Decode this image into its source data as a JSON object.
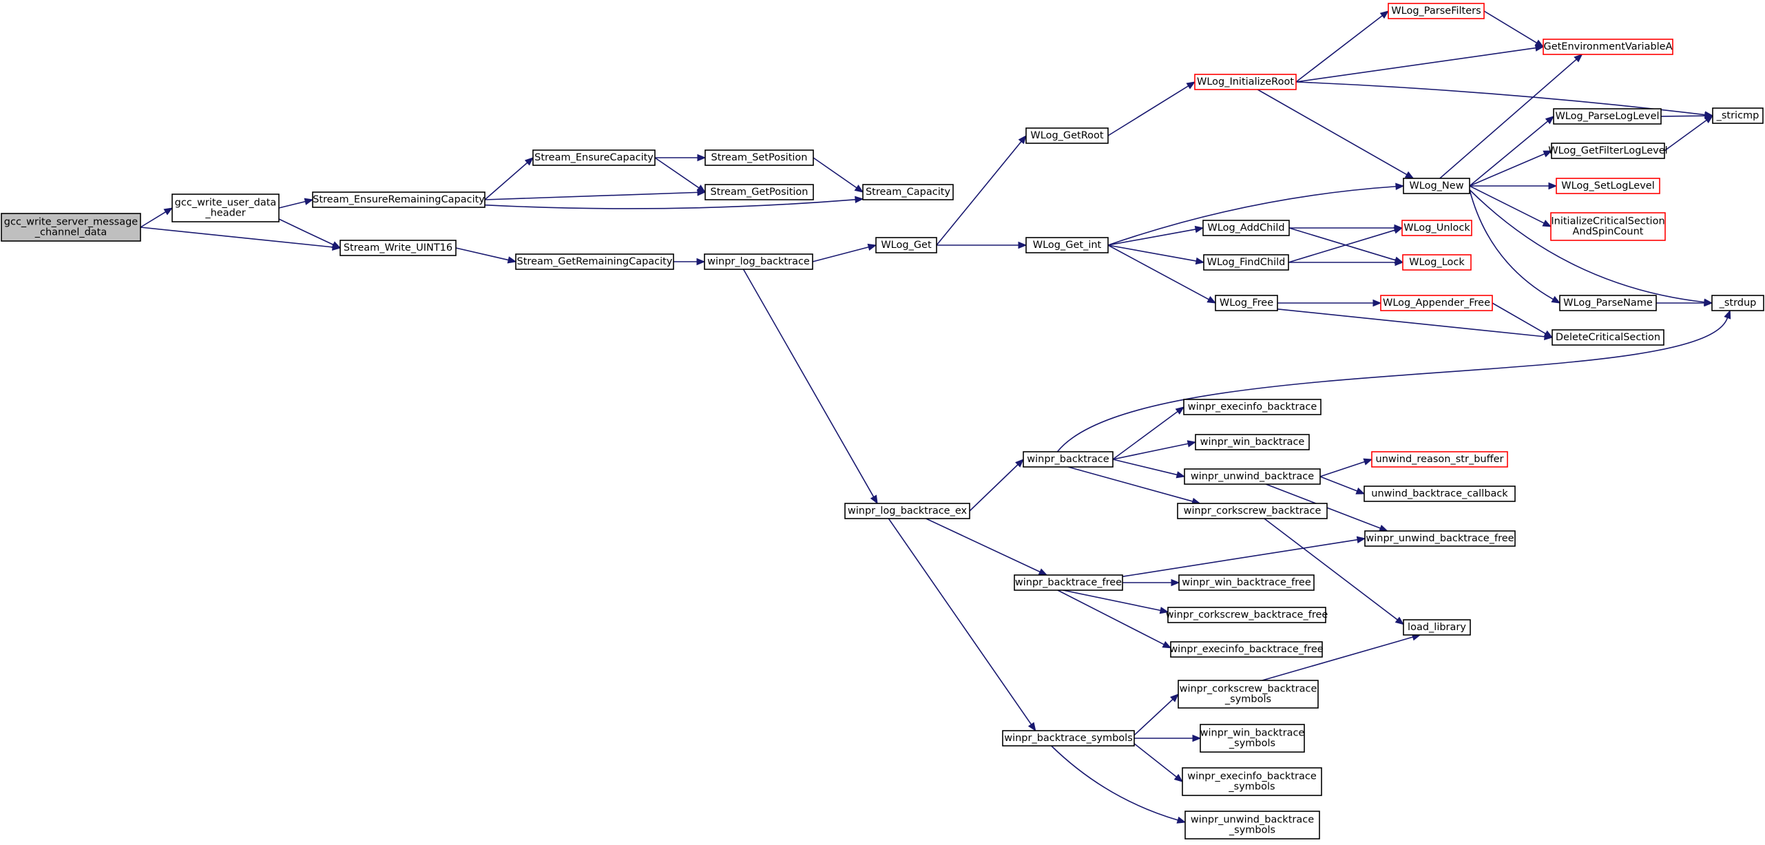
{
  "colors": {
    "edge": "#191970",
    "border_normal": "#000000",
    "border_truncated": "#ff0000",
    "root_fill": "#bfbfbf",
    "node_fill": "#ffffff",
    "text": "#000000"
  },
  "nodes": [
    {
      "id": "root",
      "lines": [
        "gcc_write_server_message",
        "_channel_data"
      ],
      "style": "root"
    },
    {
      "id": "gcc_hdr",
      "lines": [
        "gcc_write_user_data",
        "_header"
      ],
      "style": "normal"
    },
    {
      "id": "erc",
      "lines": [
        "Stream_EnsureRemainingCapacity"
      ],
      "style": "normal"
    },
    {
      "id": "ec",
      "lines": [
        "Stream_EnsureCapacity"
      ],
      "style": "normal"
    },
    {
      "id": "setpos",
      "lines": [
        "Stream_SetPosition"
      ],
      "style": "normal"
    },
    {
      "id": "getpos",
      "lines": [
        "Stream_GetPosition"
      ],
      "style": "normal"
    },
    {
      "id": "cap",
      "lines": [
        "Stream_Capacity"
      ],
      "style": "normal"
    },
    {
      "id": "wu16",
      "lines": [
        "Stream_Write_UINT16"
      ],
      "style": "normal"
    },
    {
      "id": "grc",
      "lines": [
        "Stream_GetRemainingCapacity"
      ],
      "style": "normal"
    },
    {
      "id": "wlbt",
      "lines": [
        "winpr_log_backtrace"
      ],
      "style": "normal"
    },
    {
      "id": "wlget",
      "lines": [
        "WLog_Get"
      ],
      "style": "normal"
    },
    {
      "id": "getroot",
      "lines": [
        "WLog_GetRoot"
      ],
      "style": "normal"
    },
    {
      "id": "initroot",
      "lines": [
        "WLog_InitializeRoot"
      ],
      "style": "truncated"
    },
    {
      "id": "parsefilters",
      "lines": [
        "WLog_ParseFilters"
      ],
      "style": "truncated"
    },
    {
      "id": "getenv",
      "lines": [
        "GetEnvironmentVariableA"
      ],
      "style": "truncated"
    },
    {
      "id": "stricmp",
      "lines": [
        "_stricmp"
      ],
      "style": "normal"
    },
    {
      "id": "getint",
      "lines": [
        "WLog_Get_int"
      ],
      "style": "normal"
    },
    {
      "id": "new",
      "lines": [
        "WLog_New"
      ],
      "style": "normal"
    },
    {
      "id": "parseloglevel",
      "lines": [
        "WLog_ParseLogLevel"
      ],
      "style": "normal"
    },
    {
      "id": "getfilterloglevel",
      "lines": [
        "WLog_GetFilterLogLevel"
      ],
      "style": "normal"
    },
    {
      "id": "setloglevel",
      "lines": [
        "WLog_SetLogLevel"
      ],
      "style": "truncated"
    },
    {
      "id": "initcs",
      "lines": [
        "InitializeCriticalSection",
        "AndSpinCount"
      ],
      "style": "truncated"
    },
    {
      "id": "addchild",
      "lines": [
        "WLog_AddChild"
      ],
      "style": "normal"
    },
    {
      "id": "unlock",
      "lines": [
        "WLog_Unlock"
      ],
      "style": "truncated"
    },
    {
      "id": "findchild",
      "lines": [
        "WLog_FindChild"
      ],
      "style": "normal"
    },
    {
      "id": "lock",
      "lines": [
        "WLog_Lock"
      ],
      "style": "truncated"
    },
    {
      "id": "free",
      "lines": [
        "WLog_Free"
      ],
      "style": "normal"
    },
    {
      "id": "appfree",
      "lines": [
        "WLog_Appender_Free"
      ],
      "style": "truncated"
    },
    {
      "id": "parsename",
      "lines": [
        "WLog_ParseName"
      ],
      "style": "normal"
    },
    {
      "id": "strdup",
      "lines": [
        "_strdup"
      ],
      "style": "normal"
    },
    {
      "id": "delcs",
      "lines": [
        "DeleteCriticalSection"
      ],
      "style": "normal"
    },
    {
      "id": "wlbtex",
      "lines": [
        "winpr_log_backtrace_ex"
      ],
      "style": "normal"
    },
    {
      "id": "bt",
      "lines": [
        "winpr_backtrace"
      ],
      "style": "normal"
    },
    {
      "id": "execbt",
      "lines": [
        "winpr_execinfo_backtrace"
      ],
      "style": "normal"
    },
    {
      "id": "winbt",
      "lines": [
        "winpr_win_backtrace"
      ],
      "style": "normal"
    },
    {
      "id": "unwbt",
      "lines": [
        "winpr_unwind_backtrace"
      ],
      "style": "normal"
    },
    {
      "id": "unwreason",
      "lines": [
        "unwind_reason_str_buffer"
      ],
      "style": "truncated"
    },
    {
      "id": "unwcb",
      "lines": [
        "unwind_backtrace_callback"
      ],
      "style": "normal"
    },
    {
      "id": "corkbt",
      "lines": [
        "winpr_corkscrew_backtrace"
      ],
      "style": "normal"
    },
    {
      "id": "unwfree",
      "lines": [
        "winpr_unwind_backtrace_free"
      ],
      "style": "normal"
    },
    {
      "id": "btfree",
      "lines": [
        "winpr_backtrace_free"
      ],
      "style": "normal"
    },
    {
      "id": "winfree",
      "lines": [
        "winpr_win_backtrace_free"
      ],
      "style": "normal"
    },
    {
      "id": "corkfree",
      "lines": [
        "winpr_corkscrew_backtrace_free"
      ],
      "style": "normal"
    },
    {
      "id": "execfree",
      "lines": [
        "winpr_execinfo_backtrace_free"
      ],
      "style": "normal"
    },
    {
      "id": "loadlib",
      "lines": [
        "load_library"
      ],
      "style": "normal"
    },
    {
      "id": "corksym",
      "lines": [
        "winpr_corkscrew_backtrace",
        "_symbols"
      ],
      "style": "normal"
    },
    {
      "id": "btsym",
      "lines": [
        "winpr_backtrace_symbols"
      ],
      "style": "normal"
    },
    {
      "id": "winsym",
      "lines": [
        "winpr_win_backtrace",
        "_symbols"
      ],
      "style": "normal"
    },
    {
      "id": "execsym",
      "lines": [
        "winpr_execinfo_backtrace",
        "_symbols"
      ],
      "style": "normal"
    },
    {
      "id": "unwsym",
      "lines": [
        "winpr_unwind_backtrace",
        "_symbols"
      ],
      "style": "normal"
    }
  ],
  "edges": [
    {
      "from": "root",
      "to": "gcc_hdr"
    },
    {
      "from": "root",
      "to": "wu16"
    },
    {
      "from": "gcc_hdr",
      "to": "erc"
    },
    {
      "from": "gcc_hdr",
      "to": "wu16"
    },
    {
      "from": "erc",
      "to": "ec"
    },
    {
      "from": "erc",
      "to": "getpos"
    },
    {
      "from": "erc",
      "to": "cap"
    },
    {
      "from": "ec",
      "to": "setpos"
    },
    {
      "from": "ec",
      "to": "getpos"
    },
    {
      "from": "setpos",
      "to": "cap"
    },
    {
      "from": "wu16",
      "to": "grc"
    },
    {
      "from": "grc",
      "to": "wlbt"
    },
    {
      "from": "wlbt",
      "to": "wlget"
    },
    {
      "from": "wlbt",
      "to": "wlbtex"
    },
    {
      "from": "wlget",
      "to": "getroot"
    },
    {
      "from": "wlget",
      "to": "getint"
    },
    {
      "from": "getroot",
      "to": "initroot"
    },
    {
      "from": "initroot",
      "to": "parsefilters"
    },
    {
      "from": "initroot",
      "to": "getenv"
    },
    {
      "from": "initroot",
      "to": "stricmp"
    },
    {
      "from": "initroot",
      "to": "new"
    },
    {
      "from": "parsefilters",
      "to": "getenv"
    },
    {
      "from": "getint",
      "to": "new"
    },
    {
      "from": "getint",
      "to": "addchild"
    },
    {
      "from": "getint",
      "to": "findchild"
    },
    {
      "from": "getint",
      "to": "free"
    },
    {
      "from": "new",
      "to": "getenv"
    },
    {
      "from": "new",
      "to": "parseloglevel"
    },
    {
      "from": "new",
      "to": "getfilterloglevel"
    },
    {
      "from": "new",
      "to": "setloglevel"
    },
    {
      "from": "new",
      "to": "initcs"
    },
    {
      "from": "new",
      "to": "parsename"
    },
    {
      "from": "new",
      "to": "strdup"
    },
    {
      "from": "parseloglevel",
      "to": "stricmp"
    },
    {
      "from": "getfilterloglevel",
      "to": "stricmp"
    },
    {
      "from": "addchild",
      "to": "unlock"
    },
    {
      "from": "addchild",
      "to": "lock"
    },
    {
      "from": "findchild",
      "to": "unlock"
    },
    {
      "from": "findchild",
      "to": "lock"
    },
    {
      "from": "free",
      "to": "appfree"
    },
    {
      "from": "free",
      "to": "delcs"
    },
    {
      "from": "appfree",
      "to": "delcs"
    },
    {
      "from": "parsename",
      "to": "strdup"
    },
    {
      "from": "wlbtex",
      "to": "bt"
    },
    {
      "from": "wlbtex",
      "to": "btfree"
    },
    {
      "from": "wlbtex",
      "to": "btsym"
    },
    {
      "from": "bt",
      "to": "strdup"
    },
    {
      "from": "bt",
      "to": "execbt"
    },
    {
      "from": "bt",
      "to": "winbt"
    },
    {
      "from": "bt",
      "to": "unwbt"
    },
    {
      "from": "bt",
      "to": "corkbt"
    },
    {
      "from": "unwbt",
      "to": "unwreason"
    },
    {
      "from": "unwbt",
      "to": "unwcb"
    },
    {
      "from": "unwbt",
      "to": "unwfree"
    },
    {
      "from": "corkbt",
      "to": "loadlib"
    },
    {
      "from": "btfree",
      "to": "unwfree"
    },
    {
      "from": "btfree",
      "to": "winfree"
    },
    {
      "from": "btfree",
      "to": "corkfree"
    },
    {
      "from": "btfree",
      "to": "execfree"
    },
    {
      "from": "corksym",
      "to": "loadlib"
    },
    {
      "from": "btsym",
      "to": "corksym"
    },
    {
      "from": "btsym",
      "to": "winsym"
    },
    {
      "from": "btsym",
      "to": "execsym"
    },
    {
      "from": "btsym",
      "to": "unwsym"
    }
  ]
}
